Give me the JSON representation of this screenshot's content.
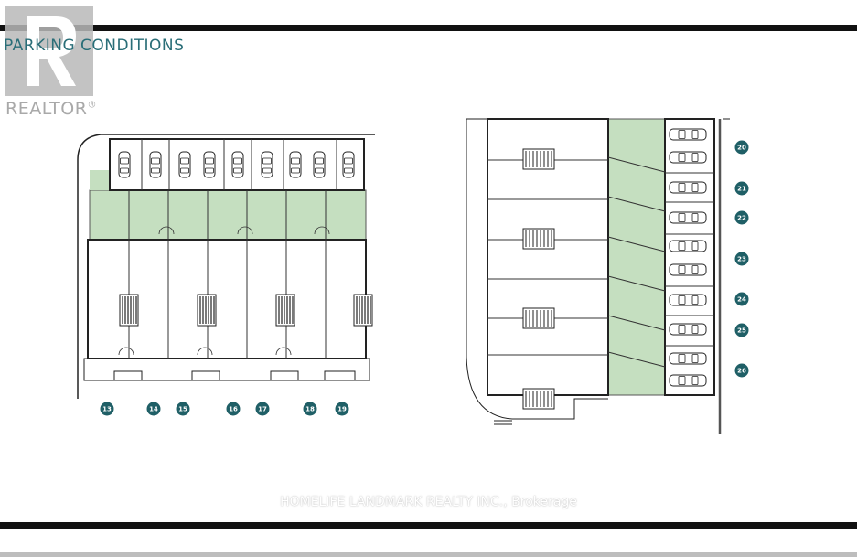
{
  "title": "PARKING CONDITIONS",
  "logo": {
    "text": "REALTOR",
    "reg": "®",
    "icon": "realtor-r-logo-icon"
  },
  "watermark": "HOMELIFE LANDMARK REALTY INC., Brokerage",
  "colors": {
    "accent": "#2a6e78",
    "green": "#c5dfc0",
    "badge": "#1f5f66",
    "bar": "#111111"
  },
  "left_block": {
    "units": [
      "13",
      "14",
      "15",
      "16",
      "17",
      "18",
      "19"
    ]
  },
  "right_block": {
    "units": [
      "20",
      "21",
      "22",
      "23",
      "24",
      "25",
      "26"
    ]
  }
}
